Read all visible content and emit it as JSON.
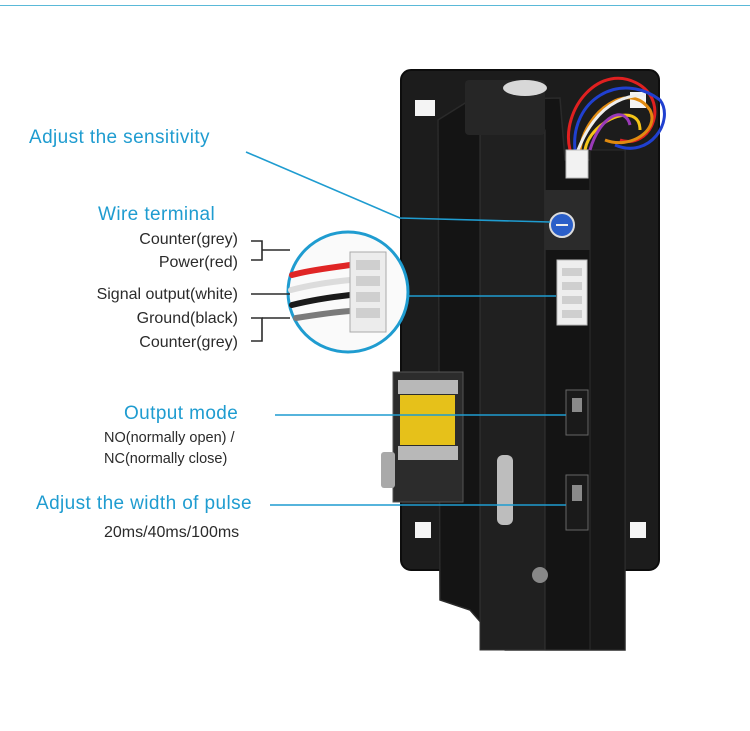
{
  "labels": {
    "sensitivity": "Adjust the sensitivity",
    "wire_terminal": "Wire terminal",
    "wires": [
      "Counter(grey)",
      "Power(red)",
      "Signal output(white)",
      "Ground(black)",
      "Counter(grey)"
    ],
    "output_mode": "Output mode",
    "output_mode_desc_1": "NO(normally open) /",
    "output_mode_desc_2": "NC(normally close)",
    "pulse_width": "Adjust the width of pulse",
    "pulse_values": "20ms/40ms/100ms"
  },
  "colors": {
    "accent": "#1f9cd0",
    "text": "#2b2b2b",
    "device_body": "#1b1b1b"
  }
}
